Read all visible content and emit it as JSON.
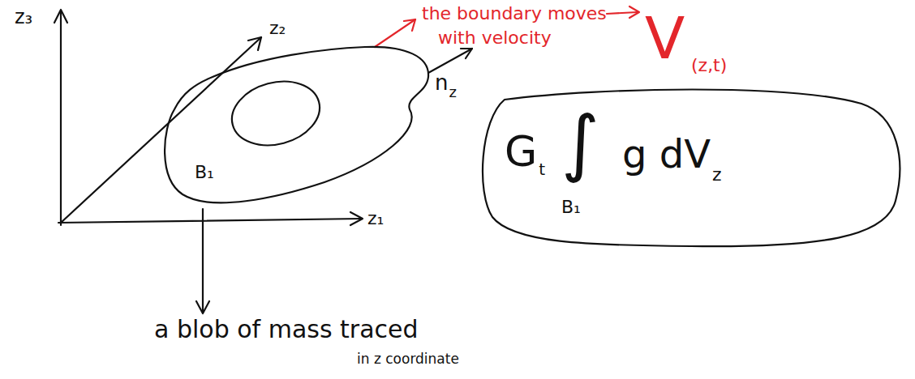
{
  "diagram": {
    "nodes": [
      {
        "text": [
          "B₁"
        ]
      },
      {
        "text": [
          "G",
          "t",
          "∫",
          "g dV",
          "z",
          "B₁"
        ]
      }
    ],
    "labels": [
      "z₃",
      "z₂",
      "z₁",
      "the boundary moves",
      "with velocity",
      "V",
      "(z,t)",
      "n",
      "z",
      "a blob of mass traced",
      "in z coordinate"
    ]
  }
}
